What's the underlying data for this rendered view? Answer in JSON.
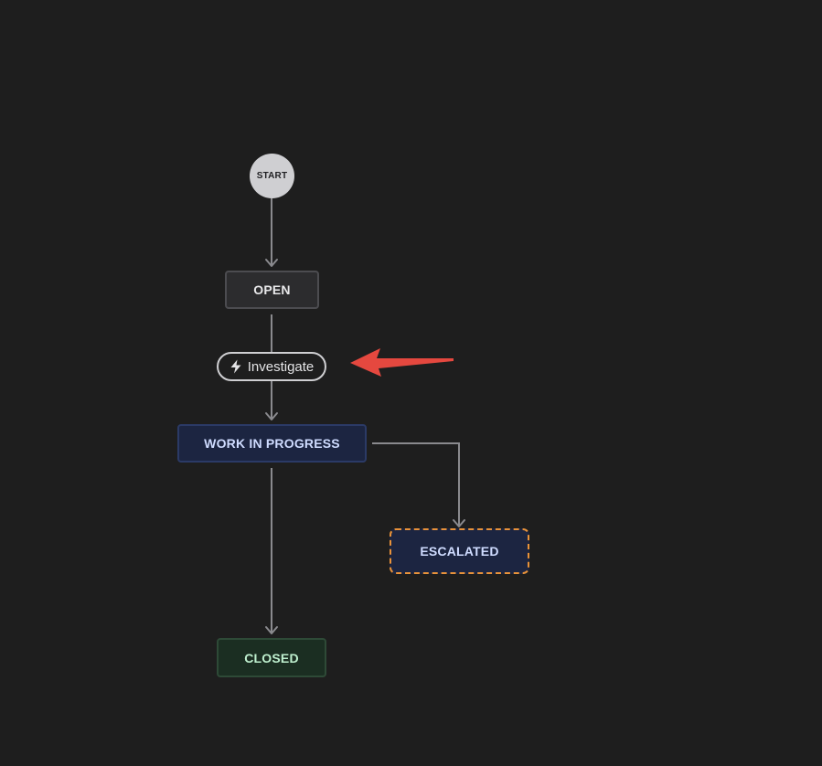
{
  "colors": {
    "background": "#1e1e1e",
    "edge": "#8a8a8e",
    "annotation_arrow": "#e5483f",
    "escalated_border": "#e8923a"
  },
  "start": {
    "label": "START"
  },
  "statuses": {
    "open": {
      "label": "OPEN"
    },
    "work_in_progress": {
      "label": "WORK IN PROGRESS"
    },
    "escalated": {
      "label": "ESCALATED"
    },
    "closed": {
      "label": "CLOSED"
    }
  },
  "transition": {
    "label": "Investigate",
    "icon": "lightning-bolt-icon"
  }
}
